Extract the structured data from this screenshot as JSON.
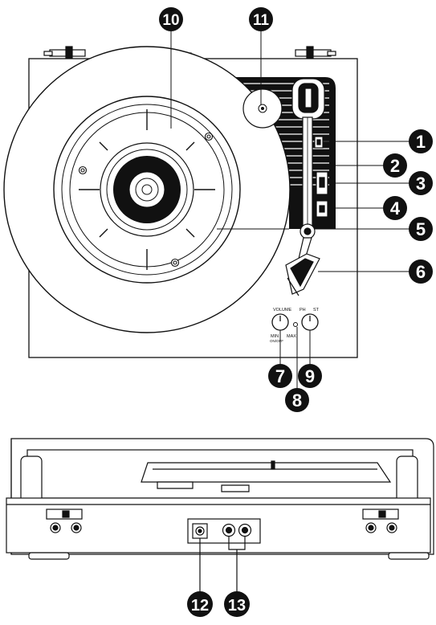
{
  "callouts": [
    {
      "id": "1",
      "text": "1"
    },
    {
      "id": "2",
      "text": "2"
    },
    {
      "id": "3",
      "text": "3"
    },
    {
      "id": "4",
      "text": "4"
    },
    {
      "id": "5",
      "text": "5"
    },
    {
      "id": "6",
      "text": "6"
    },
    {
      "id": "7",
      "text": "7"
    },
    {
      "id": "8",
      "text": "8"
    },
    {
      "id": "9",
      "text": "9"
    },
    {
      "id": "10",
      "text": "10"
    },
    {
      "id": "11",
      "text": "11"
    },
    {
      "id": "12",
      "text": "12"
    },
    {
      "id": "13",
      "text": "13"
    }
  ],
  "control_labels": {
    "volume": "VOLUME",
    "min": "MIN",
    "onoff": "ON/OFF",
    "max": "MAX",
    "ph": "PH",
    "st": "ST"
  }
}
